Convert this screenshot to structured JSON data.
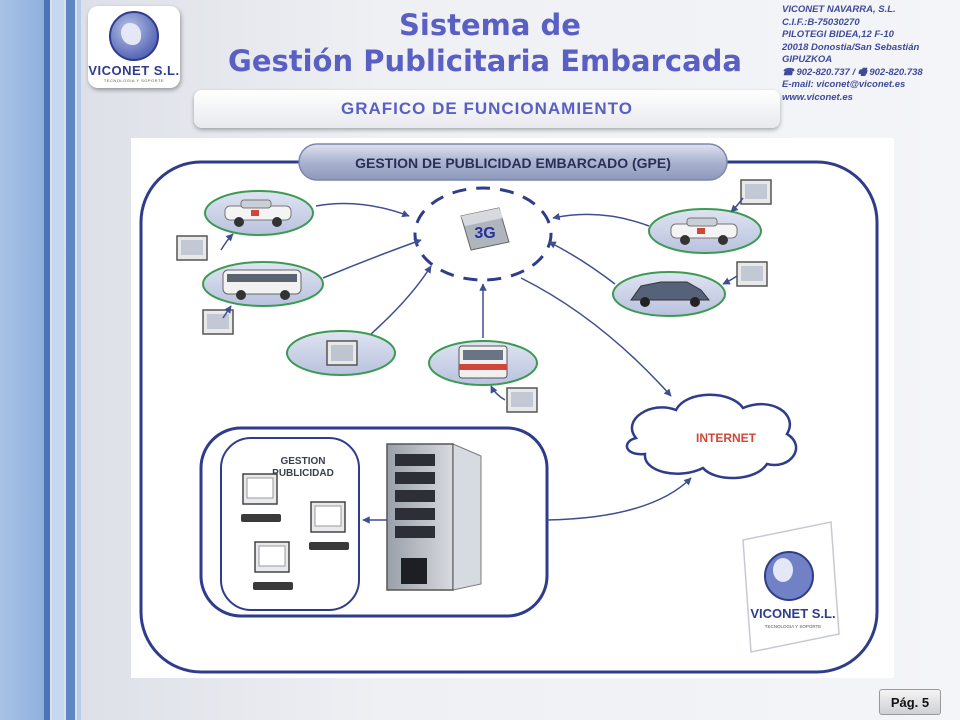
{
  "header": {
    "title_line1": "Sistema de",
    "title_line2": "Gestión Publicitaria Embarcada",
    "subtitle": "GRAFICO DE FUNCIONAMIENTO"
  },
  "logo": {
    "brand": "VICONET S.L.",
    "tagline": "TECNOLOGIA Y SOPORTE"
  },
  "contact": {
    "company": "VICONET NAVARRA, S.L.",
    "cif": "C.I.F.:B-75030270",
    "street": "PILOTEGI BIDEA,12 F-10",
    "city": "20018 Donostia/San Sebastián",
    "province": "GIPUZKOA",
    "phones": "☎ 902-820.737 / 🖷 902-820.738",
    "email": "E-mail: viconet@viconet.es",
    "web": "www.viconet.es"
  },
  "diagram": {
    "banner": "GESTION DE PUBLICIDAD EMBARCADO (GPE)",
    "network_label": "3G",
    "internet_label": "INTERNET",
    "management_label_line1": "GESTION",
    "management_label_line2": "PUBLICIDAD",
    "watermark_brand": "VICONET S.L.",
    "watermark_tagline": "TECNOLOGIA Y SOPORTE",
    "nodes": [
      "taxi",
      "bus",
      "screen",
      "city-bus",
      "taxi",
      "sedan"
    ]
  },
  "footer": {
    "page": "Pág. 5"
  },
  "colors": {
    "accent": "#5a5fc4",
    "navy": "#2f3c8c",
    "stripe_dark": "#4a73b8",
    "stripe_light": "#8fb0dc",
    "node_green": "#3c9a52",
    "internet_red": "#d0473a"
  }
}
